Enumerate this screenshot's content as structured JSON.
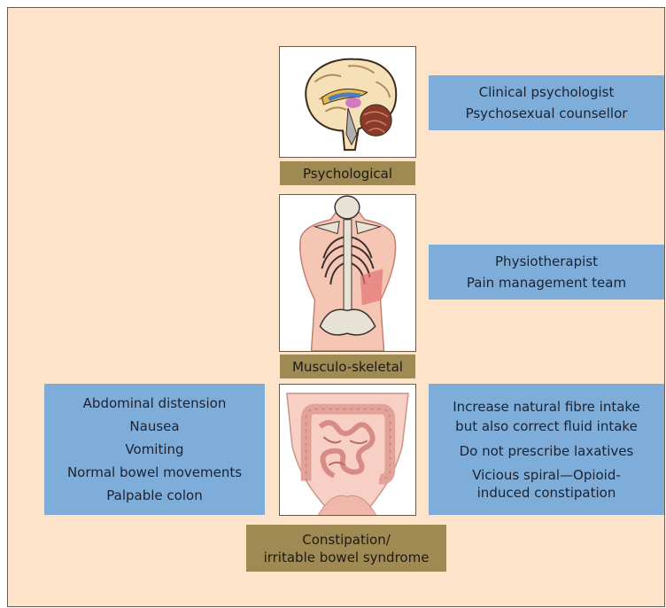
{
  "sections": {
    "psychological": {
      "label": "Psychological",
      "icon": "brain-icon",
      "referrals": [
        "Clinical psychologist",
        "Psychosexual counsellor"
      ]
    },
    "musculoskeletal": {
      "label": "Musculo-skeletal",
      "icon": "skeleton-back-icon",
      "referrals": [
        "Physiotherapist",
        "Pain management team"
      ]
    },
    "constipation": {
      "label_lines": [
        "Constipation/",
        "irritable bowel syndrome"
      ],
      "icon": "colon-icon",
      "symptoms": [
        "Abdominal distension",
        "Nausea",
        "Vomiting",
        "Normal bowel movements",
        "Palpable colon"
      ],
      "management": [
        "Increase natural fibre intake",
        "but also correct fluid intake",
        "Do not prescribe laxatives",
        "Vicious spiral—Opioid-",
        "induced constipation"
      ]
    }
  },
  "colors": {
    "background": "#fde3c9",
    "label_fill": "#a08a54",
    "info_box_fill": "#7fadd9"
  }
}
